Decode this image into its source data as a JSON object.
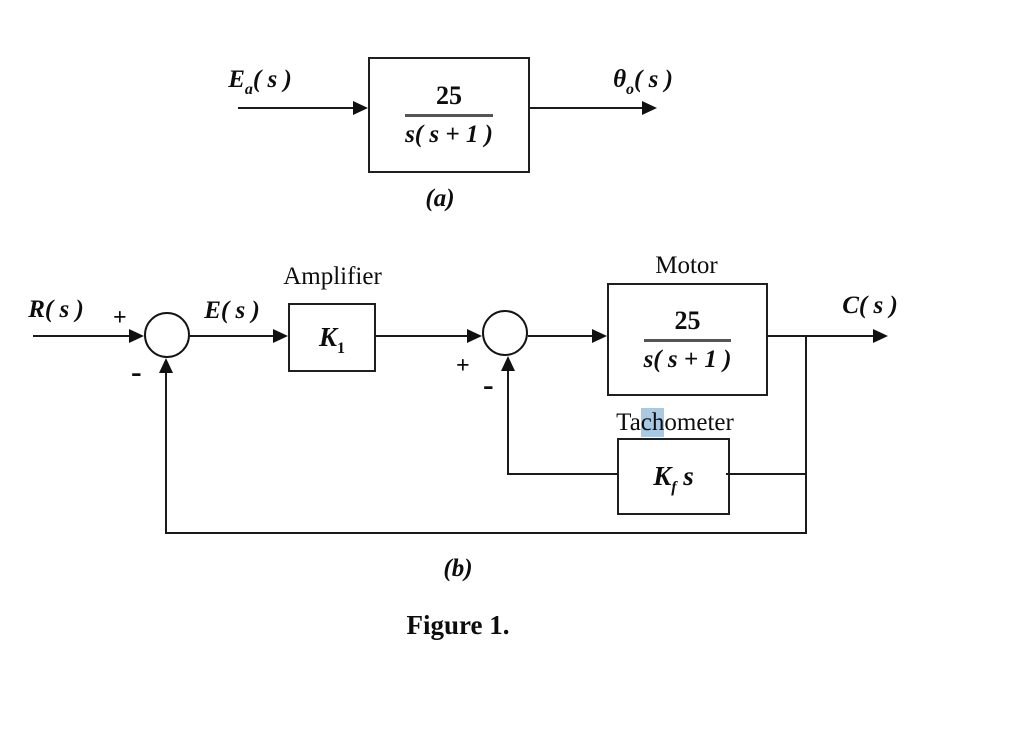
{
  "figure": {
    "caption": "Figure 1.",
    "part_a_tag": "(a)",
    "part_b_tag": "(b)"
  },
  "diagram_a": {
    "input_label": {
      "base": "E",
      "sub": "a",
      "args": "( s )"
    },
    "plant": {
      "numerator": "25",
      "denominator": "s( s + 1 )"
    },
    "output_label": {
      "base": "θ",
      "sub": "o",
      "args": "( s )"
    }
  },
  "diagram_b": {
    "reference_label": {
      "base": "R",
      "args": "( s )"
    },
    "sum1": {
      "plus": "+",
      "minus": "-"
    },
    "error_label": {
      "base": "E",
      "args": "( s )"
    },
    "amplifier": {
      "title": "Amplifier",
      "gain_base": "K",
      "gain_sub": "1"
    },
    "sum2": {
      "plus": "+",
      "minus": "-"
    },
    "motor": {
      "title": "Motor",
      "numerator": "25",
      "denominator": "s( s + 1 )"
    },
    "output_label": {
      "base": "C",
      "args": "( s )"
    },
    "tachometer": {
      "title_pre": "Ta",
      "title_highlight": "ch",
      "title_post": "ometer",
      "highlight_color": "#a9c8e2",
      "gain_base": "K",
      "gain_sub": "f",
      "gain_suffix": " s"
    }
  }
}
